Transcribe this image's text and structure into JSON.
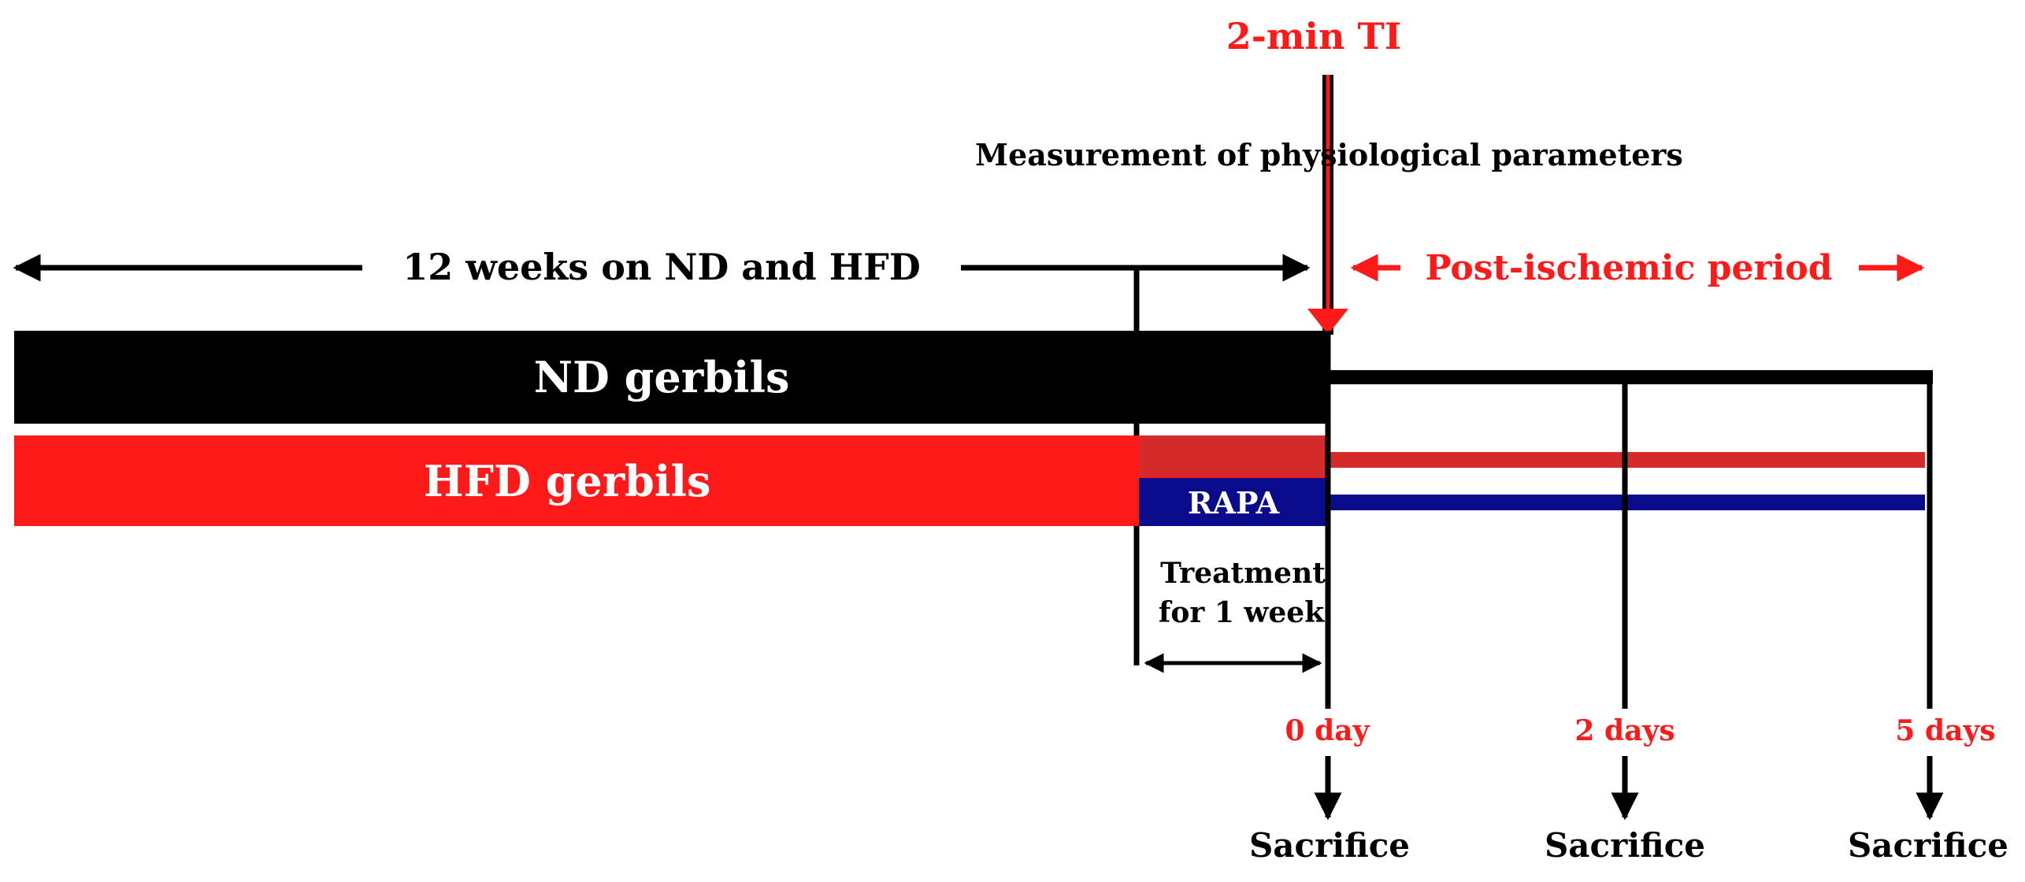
{
  "ischemia_label": "2-min TI",
  "measurement_label": "Measurement of physiological parameters",
  "diet_period_label": "12 weeks on ND and HFD",
  "post_ischemic_label": "Post-ischemic period",
  "groups": {
    "nd": "ND gerbils",
    "hfd": "HFD gerbils",
    "rapa": "RAPA"
  },
  "treatment_label": {
    "line1": "Treatment",
    "line2": "for 1 week"
  },
  "timepoints": [
    {
      "label": "0 day",
      "outcome": "Sacrifice"
    },
    {
      "label": "2 days",
      "outcome": "Sacrifice"
    },
    {
      "label": "5 days",
      "outcome": "Sacrifice"
    }
  ],
  "colors": {
    "black": "#000000",
    "red": "#ff1a1a",
    "dark_red": "#d42a2a",
    "navy": "#0a0a8c",
    "white": "#ffffff"
  }
}
